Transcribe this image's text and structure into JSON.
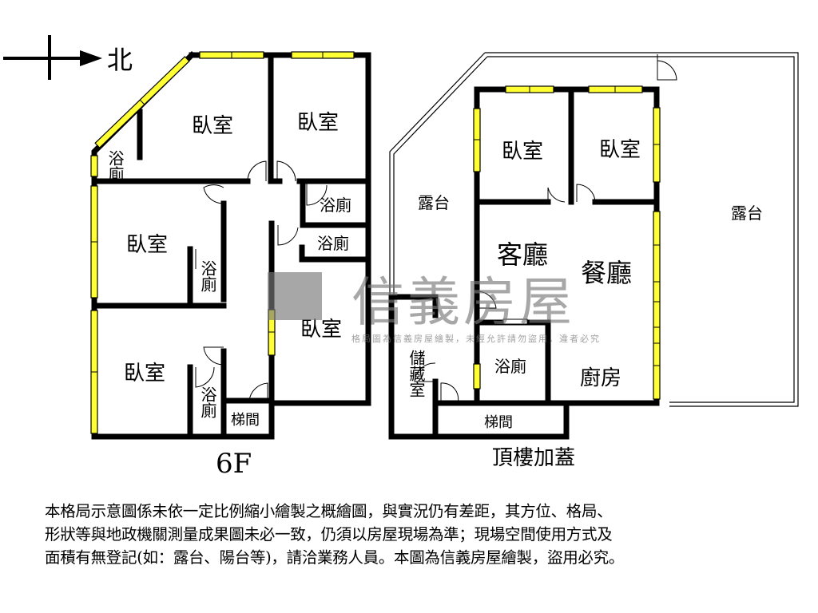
{
  "compass": {
    "label": "北"
  },
  "floor_6f": {
    "title": "6F",
    "rooms": {
      "bedroom_nw": "臥室",
      "bedroom_ne": "臥室",
      "bedroom_w": "臥室",
      "bedroom_sw": "臥室",
      "bedroom_e": "臥室",
      "bath_nw": "浴廁",
      "bath_ne1": "浴廁",
      "bath_ne2": "浴廁",
      "bath_w": "浴廁",
      "bath_sw": "浴廁",
      "stairs": "梯間"
    }
  },
  "rooftop": {
    "title": "頂樓加蓋",
    "rooms": {
      "terrace_left": "露台",
      "terrace_right": "露台",
      "bedroom_1": "臥室",
      "bedroom_2": "臥室",
      "living": "客廳",
      "dining": "餐廳",
      "bath": "浴廁",
      "kitchen": "廚房",
      "storage": "儲藏室",
      "stairs": "梯間"
    }
  },
  "watermark": {
    "brand": "信義房屋",
    "notice": "格局圖為信義房屋繪製，未經允許請勿盜用，違者必究"
  },
  "disclaimer": {
    "line1": "本格局示意圖係未依一定比例縮小繪製之概繪圖，與實況仍有差距，其方位、格局、",
    "line2": "形狀等與地政機關測量成果圖未必一致，仍須以房屋現場為準；現場空間使用方式及",
    "line3": "面積有無登記(如：露台、陽台等)，請洽業務人員。本圖為信義房屋繪製，盜用必究。"
  },
  "colors": {
    "window": "#ffff33",
    "wall": "#000000",
    "watermark": "#787878"
  }
}
